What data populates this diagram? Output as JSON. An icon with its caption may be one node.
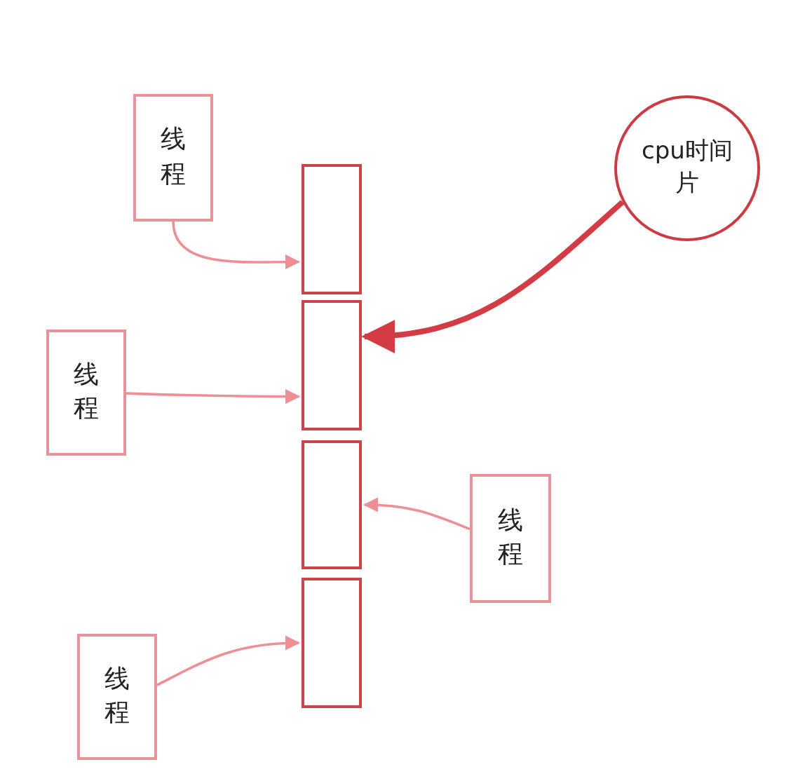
{
  "diagram": {
    "nodes": [
      {
        "text": [
          "线程"
        ]
      },
      {
        "text": [
          "cpu时间片"
        ]
      },
      {
        "text": [],
        "shape": "box"
      },
      {
        "text": [],
        "shape": "box"
      },
      {
        "text": [],
        "shape": "box"
      },
      {
        "text": [],
        "shape": "box"
      },
      {
        "text": [
          "线程"
        ]
      },
      {
        "text": [
          "线程"
        ]
      },
      {
        "text": [
          "线程"
        ]
      }
    ],
    "edges": [
      {
        "from": 0,
        "to": 2,
        "arrow": "to"
      },
      {
        "from": 1,
        "to": 3,
        "arrow": "to",
        "style": "thick",
        "color": "#d33c44"
      },
      {
        "from": 6,
        "to": 3,
        "arrow": "to"
      },
      {
        "from": 7,
        "to": 4,
        "arrow": "to"
      },
      {
        "from": 8,
        "to": 5,
        "arrow": "to"
      }
    ]
  }
}
